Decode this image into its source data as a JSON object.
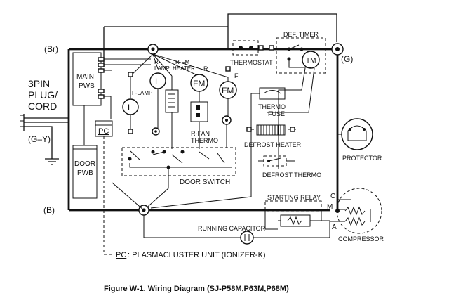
{
  "labels": {
    "br": "(Br)",
    "g_right": "(G)",
    "b": "(B)",
    "g_y": "(G–Y)",
    "plug_line1": "3PIN",
    "plug_line2": "PLUG/",
    "plug_line3": "CORD",
    "main_pwb_1": "MAIN",
    "main_pwb_2": "PWB",
    "pc_box": "PC",
    "door_pwb_1": "DOOR",
    "door_pwb_2": "PWB",
    "r_lamp_1": "R-",
    "r_lamp_2": "LAMP",
    "r_fm_heater_1": "R-FM",
    "r_fm_heater_2": "HEATER",
    "r_label": "R",
    "f_label": "F",
    "f_lamp": "F-LAMP",
    "l_symbol": "L",
    "fm_symbol": "FM",
    "tm_symbol": "TM",
    "r_fan_thermo_1": "R-FAN",
    "r_fan_thermo_2": "THERMO",
    "door_switch": "DOOR SWITCH",
    "thermostat": "THERMOSTAT",
    "def_timer": "DEF. TIMER",
    "thermo_fuse_1": "THERMO",
    "thermo_fuse_2": "FUSE",
    "defrost_heater": "DEFROST HEATER",
    "defrost_thermo": "DEFROST  THERMO",
    "protector": "PROTECTOR",
    "starting_relay": "STARTING RELAY",
    "running_capacitor": "RUNNING CAPACITOR",
    "compressor": "COMPRESSOR",
    "c_terminal": "C",
    "m_terminal": "M",
    "a_terminal": "A",
    "legend_pc": "PC",
    "legend_text": ": PLASMACLUSTER UNIT (IONIZER-K)"
  },
  "caption": "Figure W-1. Wiring Diagram (SJ-P58M,P63M,P68M)"
}
